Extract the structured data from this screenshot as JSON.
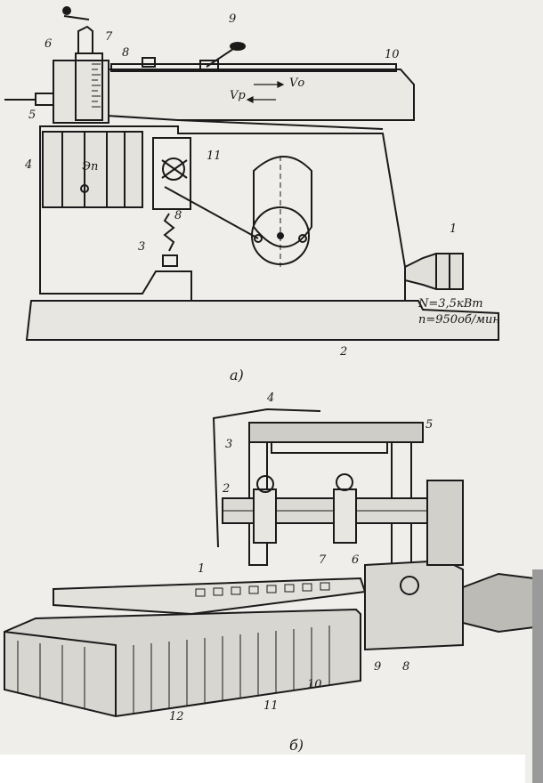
{
  "figure_a": {
    "caption": "а)",
    "labels": [
      "1",
      "2",
      "3",
      "4",
      "5",
      "6",
      "7",
      "8",
      "9",
      "10",
      "11"
    ],
    "velocity_work": "Vр",
    "velocity_return": "Vо",
    "machine_mark": "Эп",
    "power": "N=3,5кВт",
    "speed": "n=950об/мин"
  },
  "figure_b": {
    "caption": "б)",
    "labels": [
      "1",
      "2",
      "3",
      "4",
      "5",
      "6",
      "7",
      "8",
      "9",
      "10",
      "11",
      "12"
    ]
  }
}
